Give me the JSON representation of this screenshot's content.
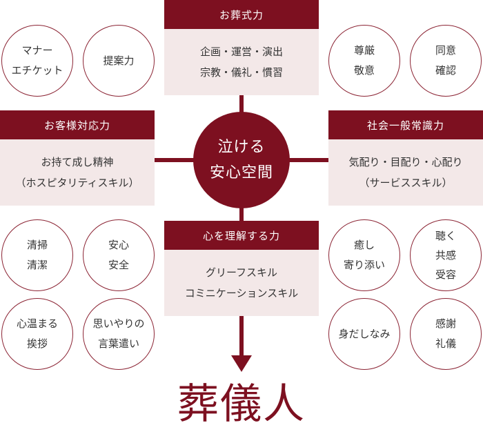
{
  "center": {
    "lines": [
      "泣ける",
      "安心空間"
    ]
  },
  "boxes": {
    "top": {
      "title": "お葬式力",
      "lines": [
        "企画・運営・演出",
        "宗教・儀礼・慣習"
      ]
    },
    "left": {
      "title": "お客様対応力",
      "lines": [
        "お持て成し精神",
        "（ホスピタリティスキル）"
      ]
    },
    "right": {
      "title": "社会一般常識力",
      "lines": [
        "気配り・目配り・心配り",
        "（サービススキル）"
      ]
    },
    "bottom": {
      "title": "心を理解する力",
      "lines": [
        "グリーフスキル",
        "コミニケーションスキル"
      ]
    }
  },
  "circles": {
    "manner": [
      "マナー",
      "エチケット"
    ],
    "proposal": [
      "提案力"
    ],
    "respect": [
      "尊厳",
      "敬意"
    ],
    "consent": [
      "同意",
      "確認"
    ],
    "clean": [
      "清掃",
      "清潔"
    ],
    "safety": [
      "安心",
      "安全"
    ],
    "warm": [
      "心温まる",
      "挨拶"
    ],
    "kindness": [
      "思いやりの",
      "言葉遣い"
    ],
    "healing": [
      "癒し",
      "寄り添い"
    ],
    "listening": [
      "聴く",
      "共感",
      "受容"
    ],
    "grooming": [
      "身だしなみ"
    ],
    "gratitude": [
      "感謝",
      "礼儀"
    ]
  },
  "result": "葬儀人",
  "colors": {
    "primary": "#7d1020",
    "box_bg": "#f3e8e8",
    "circle_border": "#8a2232"
  }
}
